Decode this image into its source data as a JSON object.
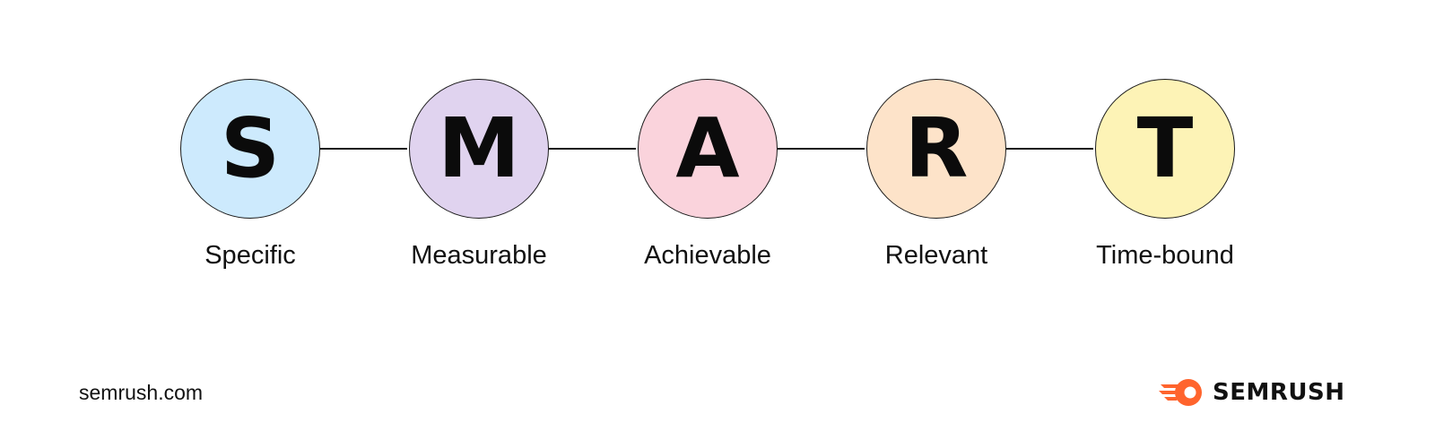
{
  "diagram": {
    "steps": [
      {
        "letter": "S",
        "label": "Specific",
        "color": "#cdeafd"
      },
      {
        "letter": "M",
        "label": "Measurable",
        "color": "#e0d3ef"
      },
      {
        "letter": "A",
        "label": "Achievable",
        "color": "#fad3dc"
      },
      {
        "letter": "R",
        "label": "Relevant",
        "color": "#fde3c9"
      },
      {
        "letter": "T",
        "label": "Time-bound",
        "color": "#fdf3b6"
      }
    ]
  },
  "footer": {
    "source": "semrush.com",
    "brand_name": "SEMRUSH",
    "brand_icon": "semrush-logo-icon",
    "brand_color": "#ff642d"
  }
}
